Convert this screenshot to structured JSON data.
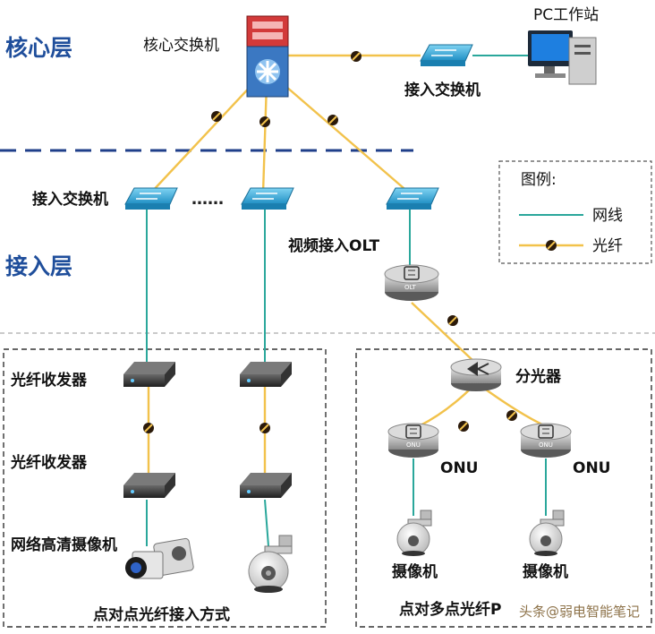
{
  "layers": {
    "core": "核心层",
    "access": "接入层"
  },
  "core_switch_label": "核心交换机",
  "pc_label": "PC工作站",
  "access_switch_right_label": "接入交换机",
  "access_switch_left_label": "接入交换机",
  "ellipsis": "……",
  "olt_label": "视频接入OLT",
  "olt_device_text": "OLT",
  "legend": {
    "title": "图例:",
    "network_cable": "网线",
    "fiber": "光纤"
  },
  "p2p": {
    "transceiver_1": "光纤收发器",
    "transceiver_2": "光纤收发器",
    "camera": "网络高清摄像机",
    "caption": "点对点光纤接入方式"
  },
  "p2mp": {
    "splitter": "分光器",
    "onu_left": "ONU",
    "onu_right": "ONU",
    "onu_device_text": "ONU",
    "camera_left": "摄像机",
    "camera_right": "摄像机",
    "caption": "点对多点光纤P"
  },
  "watermark": "头条@弱电智能笔记",
  "colors": {
    "layer_title": "#1f4e9b",
    "fiber": "#f2c24b",
    "cable": "#2aa79b",
    "switch": "#29a3d6",
    "core_switch_top": "#d23a3a",
    "core_switch_bottom": "#3b78c2",
    "divider": "#1f3f8a"
  }
}
